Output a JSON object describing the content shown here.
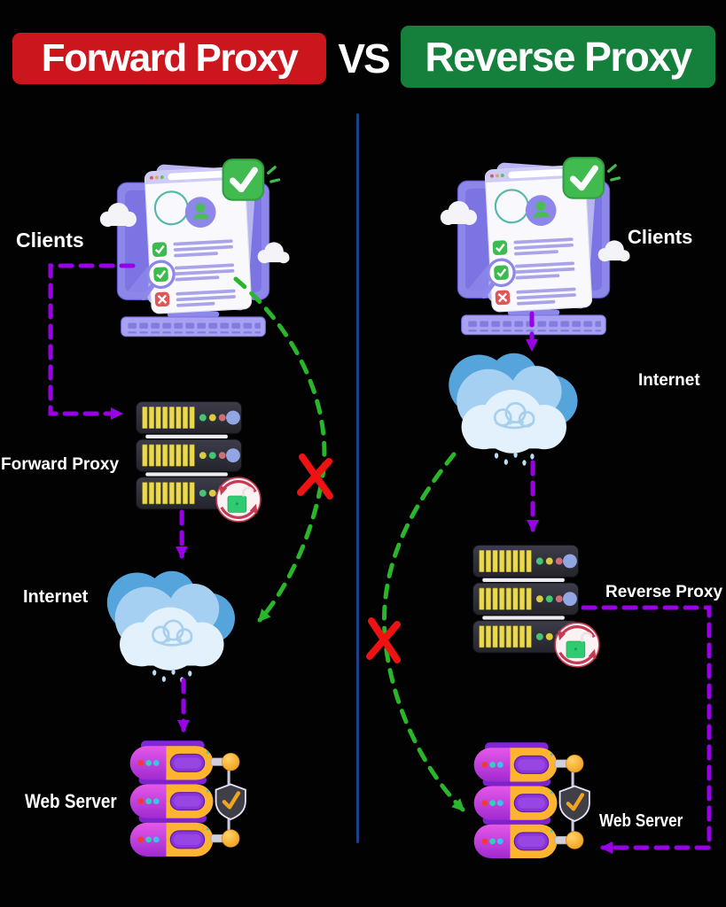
{
  "header": {
    "left_title": "Forward Proxy",
    "vs": "VS",
    "right_title": "Reverse Proxy"
  },
  "left_column": {
    "clients_label": "Clients",
    "proxy_label": "Forward Proxy",
    "internet_label": "Internet",
    "web_server_label": "Web Server"
  },
  "right_column": {
    "clients_label": "Clients",
    "internet_label": "Internet",
    "proxy_label": "Reverse Proxy",
    "web_server_label": "Web Server"
  },
  "colors": {
    "background": "#000000",
    "header_left_bg": "#cb161d",
    "header_right_bg": "#157f3c",
    "divider_line": "#20408c",
    "proxy_flow_arrow_purple": "#9a00e8",
    "blocked_direct_path_green": "#2ab62a",
    "blocked_x_red": "#ef1212"
  },
  "icons": {
    "clients": "computer-checklist-icon",
    "proxy_server": "server-rack-icon",
    "internet": "cloud-icon",
    "web_server": "database-server-icon",
    "security_badge": "lock-sync-badge-icon",
    "shield": "shield-check-icon"
  }
}
